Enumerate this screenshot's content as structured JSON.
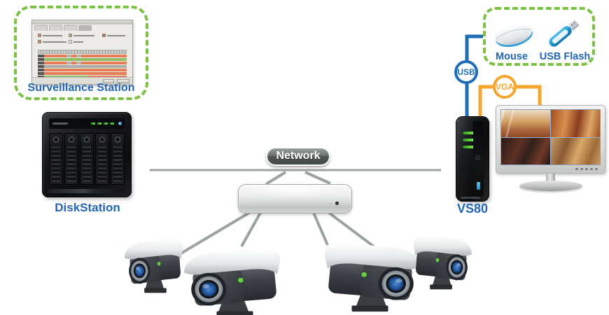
{
  "colors": {
    "dashed-green": "#7cc142",
    "label-blue": "#2365b0",
    "usb-blue": "#1d6eb5",
    "vga-orange": "#f6a62d",
    "line-gray": "#9aa3a2"
  },
  "surveillance_station": {
    "label": "Surveillance Station"
  },
  "diskstation": {
    "label": "DiskStation"
  },
  "network": {
    "label": "Network"
  },
  "vs80": {
    "label": "VS80"
  },
  "peripherals": {
    "mouse": "Mouse",
    "usb_flash": "USB Flash"
  },
  "cables": {
    "usb": "USB",
    "vga": "VGA"
  }
}
